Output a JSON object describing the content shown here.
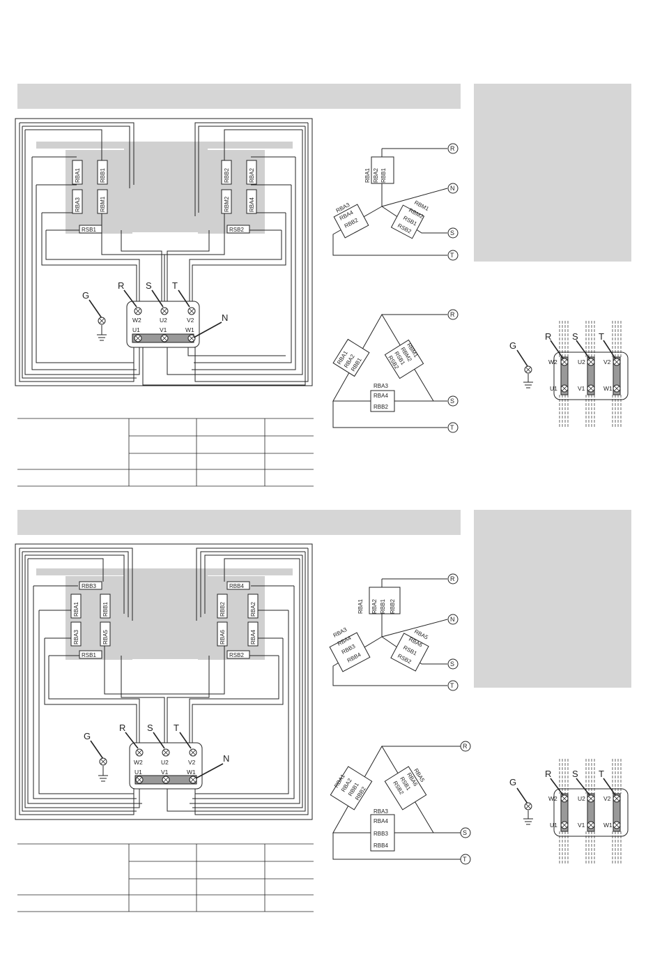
{
  "section1": {
    "heater_labels": [
      "RBA1",
      "RBB1",
      "RBA3",
      "RBM1",
      "RBB2",
      "RBA2",
      "RBM2",
      "RBA4"
    ],
    "sensor_labels": [
      "RSB1",
      "RSB2"
    ],
    "terminal_top": [
      "W2",
      "U2",
      "V2"
    ],
    "terminal_bottom": [
      "U1",
      "V1",
      "W1"
    ],
    "phase_labels": [
      "G",
      "R",
      "S",
      "T",
      "N"
    ],
    "star_group1": [
      "RBA1",
      "RBA2",
      "RBB1"
    ],
    "star_group2": [
      "RBA3",
      "RBA4",
      "RBB2"
    ],
    "star_group3": [
      "RBM1",
      "RBM2",
      "RSB1",
      "RSB2"
    ],
    "delta_group1": [
      "RBA1",
      "RBA2",
      "RBB1"
    ],
    "delta_group2": [
      "RBM1",
      "RBM2",
      "RSB1",
      "RSB2"
    ],
    "delta_group3": [
      "RBA3",
      "RBA4",
      "RBB2"
    ]
  },
  "section2": {
    "heater_labels": [
      "RBB3",
      "RBA1",
      "RBB1",
      "RBA3",
      "RBA5",
      "RBB4",
      "RBB2",
      "RBA2",
      "RBA6",
      "RBA4"
    ],
    "sensor_labels": [
      "RSB1",
      "RSB2"
    ],
    "terminal_top": [
      "W2",
      "U2",
      "V2"
    ],
    "terminal_bottom": [
      "U1",
      "V1",
      "W1"
    ],
    "phase_labels": [
      "G",
      "R",
      "S",
      "T",
      "N"
    ],
    "star_group1": [
      "RBA1",
      "RBA2",
      "RBB1",
      "RBB2"
    ],
    "star_group2": [
      "RBA3",
      "RBA4",
      "RBB3",
      "RBB4"
    ],
    "star_group3": [
      "RBA5",
      "RBA6",
      "RSB1",
      "RSB2"
    ],
    "delta_group1": [
      "RBA1",
      "RBA2",
      "RBB1",
      "RBB2"
    ],
    "delta_group2": [
      "RBA5",
      "RBA6",
      "RSB1",
      "RSB2"
    ],
    "delta_group3": [
      "RBA3",
      "RBA4",
      "RBB3",
      "RBB4"
    ]
  },
  "circle_labels": [
    "R",
    "N",
    "S",
    "T"
  ],
  "delta_circle_labels": [
    "R",
    "S",
    "T"
  ],
  "colors": {
    "band": "#d6d6d6",
    "line": "#222222",
    "bar": "#999999"
  }
}
